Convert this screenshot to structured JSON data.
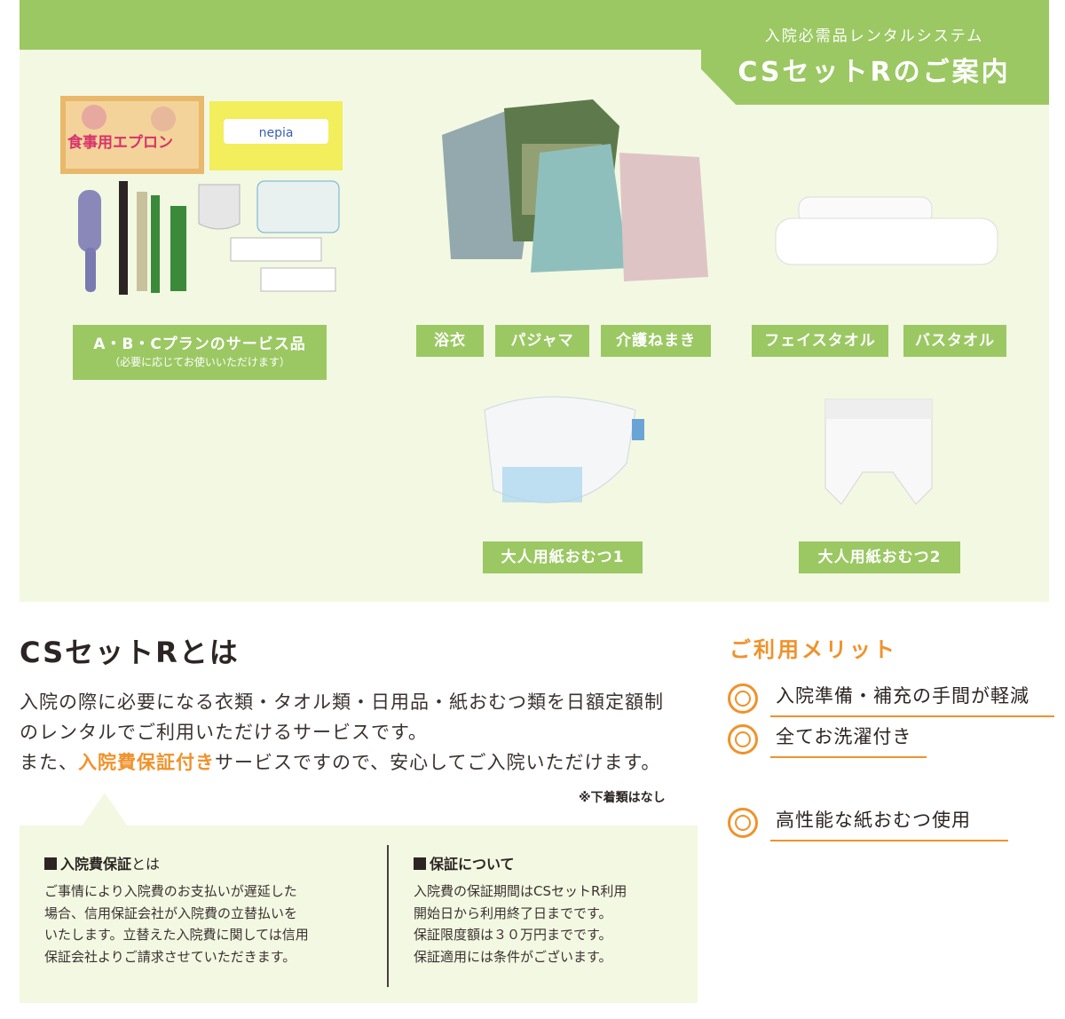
{
  "header": {
    "subtitle": "入院必需品レンタルシステム",
    "title": "CSセットRのご案内"
  },
  "items": {
    "amenity": {
      "label": "A・B・Cプランのサービス品",
      "note": "（必要に応じてお使いいただけます）",
      "apron_text": "食事用エプロン",
      "tissue_brand": "nepia"
    },
    "yukata": {
      "label": "浴衣"
    },
    "pajama": {
      "label": "パジャマ"
    },
    "kaigo": {
      "label": "介護ねまき"
    },
    "face_towel": {
      "label": "フェイスタオル"
    },
    "bath_towel": {
      "label": "バスタオル"
    },
    "diaper1": {
      "label": "大人用紙おむつ1"
    },
    "diaper2": {
      "label": "大人用紙おむつ2"
    }
  },
  "about": {
    "title": "CSセットRとは",
    "line1": "入院の際に必要になる衣類・タオル類・日用品・紙おむつ類を日額定額制",
    "line2": "のレンタルでご利用いただけるサービスです。",
    "line3_a": "また、",
    "line3_highlight": "入院費保証付き",
    "line3_b": "サービスですので、安心してご入院いただけます。",
    "note": "※下着類はなし"
  },
  "guarantee": {
    "head_bold": "入院費保証",
    "head_rest": "とは",
    "body": [
      "ご事情により入院費のお支払いが遅延した",
      "場合、信用保証会社が入院費の立替払いを",
      "いたします。立替えた入院費に関しては信用",
      "保証会社よりご請求させていただきます。"
    ]
  },
  "about_guarantee": {
    "head": "保証について",
    "body": [
      "入院費の保証期間はCSセットR利用",
      "開始日から利用終了日までです。",
      "保証限度額は３０万円までです。",
      "保証適用には条件がございます。"
    ]
  },
  "merits": {
    "title": "ご利用メリット",
    "items": [
      "入院準備・補充の手間が軽減",
      "全てお洗濯付き",
      "高性能な紙おむつ使用"
    ]
  },
  "colors": {
    "green": "#9bc863",
    "panel": "#f3f8e2",
    "orange": "#f0922b"
  }
}
